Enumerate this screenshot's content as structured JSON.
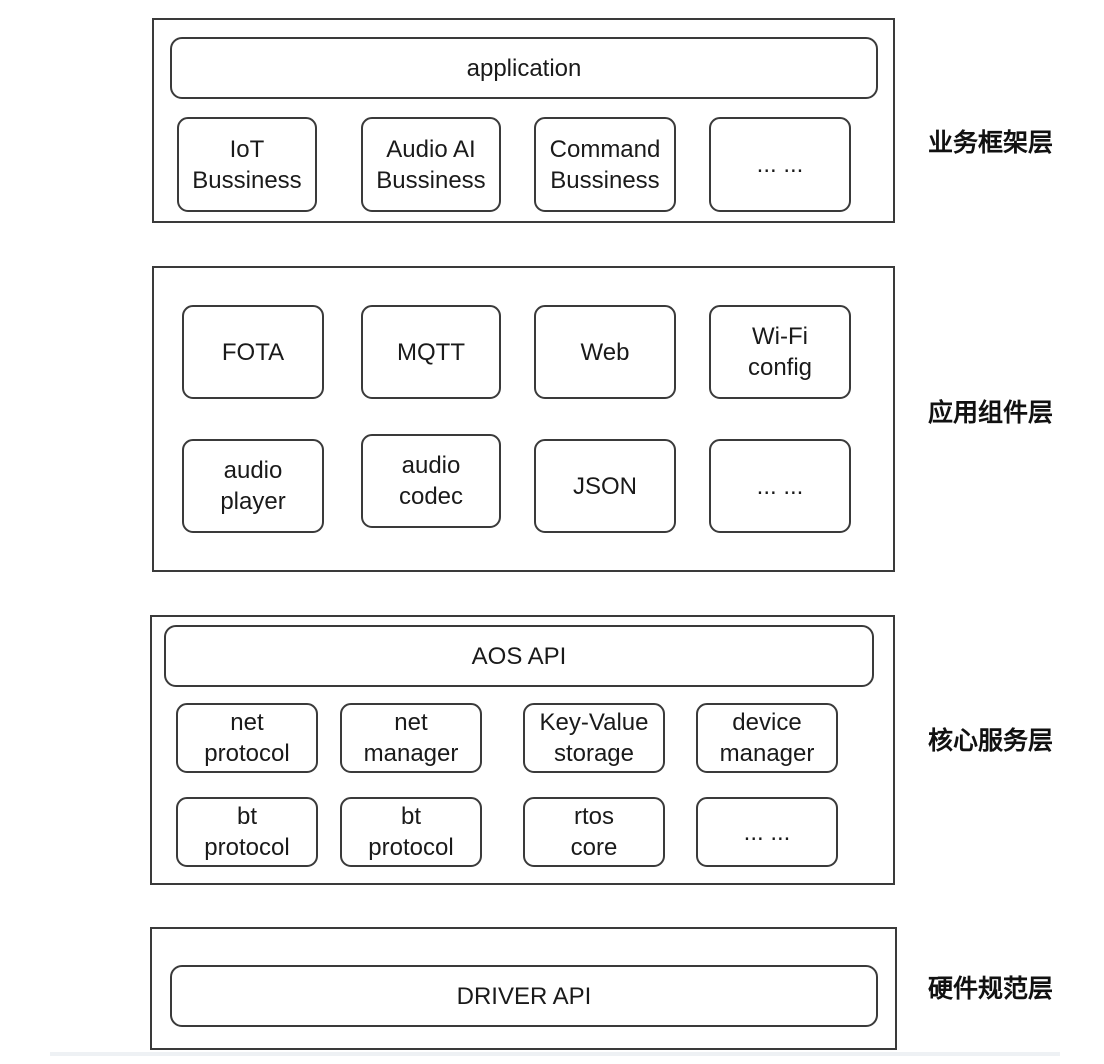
{
  "layers": [
    {
      "label": "业务框架层",
      "wide": "application",
      "boxes": [
        "IoT\nBussiness",
        "Audio AI\nBussiness",
        "Command\nBussiness",
        "... ..."
      ]
    },
    {
      "label": "应用组件层",
      "boxes": [
        "FOTA",
        "MQTT",
        "Web",
        "Wi-Fi\nconfig",
        "audio\nplayer",
        "audio\ncodec",
        "JSON",
        "... ..."
      ]
    },
    {
      "label": "核心服务层",
      "wide": "AOS API",
      "boxes": [
        "net\nprotocol",
        "net\nmanager",
        "Key-Value\nstorage",
        "device\nmanager",
        "bt\nprotocol",
        "bt\nprotocol",
        "rtos\ncore",
        "... ..."
      ]
    },
    {
      "label": "硬件规范层",
      "wide": "DRIVER API"
    }
  ]
}
